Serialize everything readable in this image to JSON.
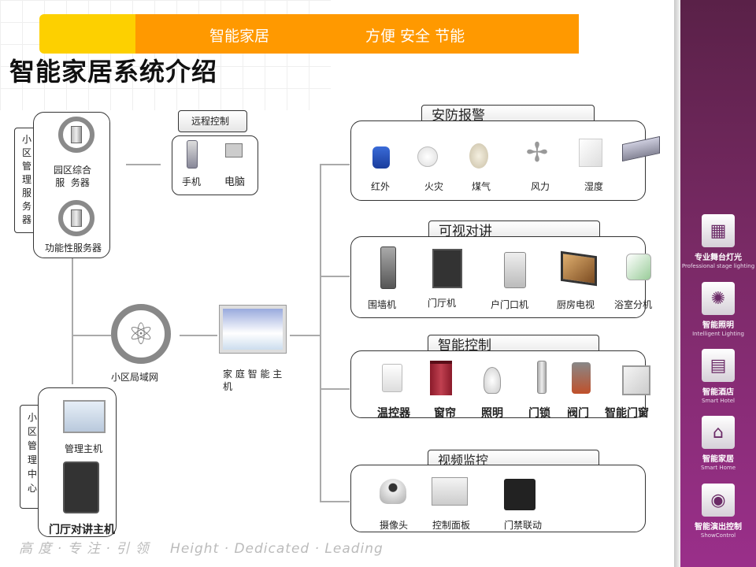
{
  "banner": {
    "left_text": "智能家居",
    "right_text": "方便  安全  节能"
  },
  "page_title": "智能家居系统介绍",
  "footer": {
    "zh": "高 度 · 专 注 · 引 领",
    "en": "Height · Dedicated · Leading"
  },
  "right_nav": [
    {
      "zh": "专业舞台灯光",
      "en": "Professional stage lighting",
      "icon": "stage-light-icon"
    },
    {
      "zh": "智能照明",
      "en": "Intelligent Lighting",
      "icon": "bulb-icon"
    },
    {
      "zh": "智能酒店",
      "en": "Smart Hotel",
      "icon": "hotel-icon"
    },
    {
      "zh": "智能家居",
      "en": "Smart Home",
      "icon": "home-icon"
    },
    {
      "zh": "智能演出控制",
      "en": "ShowControl",
      "icon": "show-control-icon"
    }
  ],
  "left_top": {
    "vertical_label": "小区管理服务器",
    "server1": "园区综合\n服  务器",
    "server2": "功能性服务器"
  },
  "remote": {
    "label": "远程控制",
    "phone": "手机",
    "pc": "电脑"
  },
  "lan": {
    "label": "小区局域网"
  },
  "home_host": {
    "label": "家 庭 智 能 主\n机"
  },
  "left_bottom": {
    "vertical_label": "小区管理中心",
    "host1": "管理主机",
    "host2": "门厅对讲主机"
  },
  "groups": {
    "security": {
      "title": "安防报警",
      "items": [
        "红外",
        "火灾",
        "煤气",
        "风力",
        "湿度"
      ]
    },
    "intercom": {
      "title": "可视对讲",
      "items": [
        "围墙机",
        "门厅机",
        "户门口机",
        "厨房电视",
        "浴室分机"
      ]
    },
    "control": {
      "title": "智能控制",
      "items": [
        "温控器",
        "窗帘",
        "照明",
        "门锁",
        "阀门",
        "智能门窗"
      ]
    },
    "video": {
      "title": "视频监控",
      "items": [
        "摄像头",
        "控制面板",
        "门禁联动"
      ]
    }
  },
  "colors": {
    "banner_yellow": "#fdd000",
    "banner_orange": "#ff9900",
    "nav_purple": "#7a2a66"
  }
}
